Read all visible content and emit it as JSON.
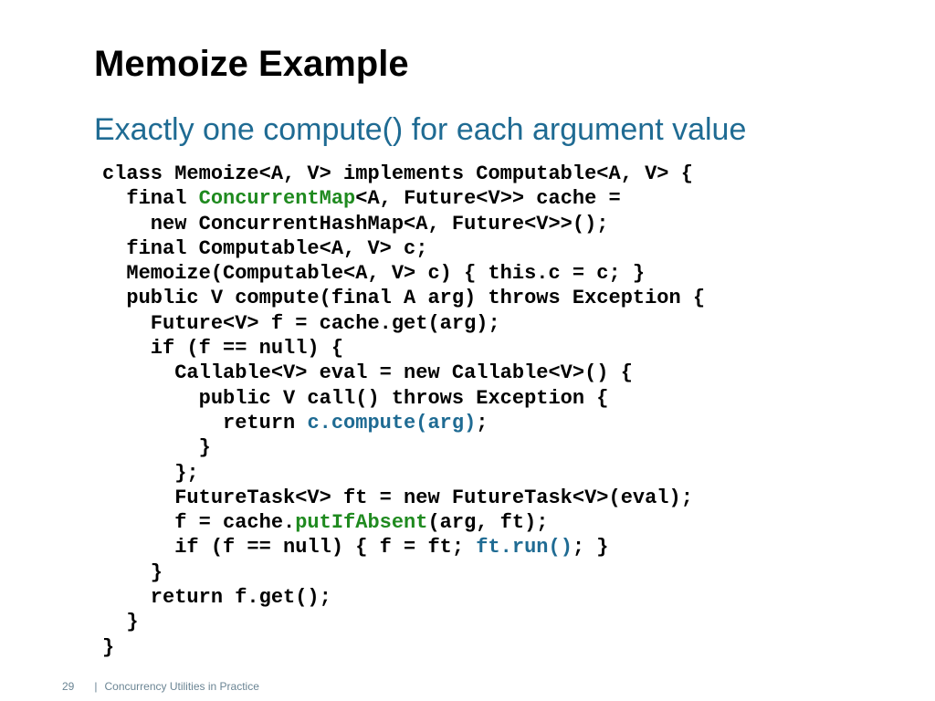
{
  "slide": {
    "title": "Memoize Example",
    "subtitle": "Exactly one compute() for each argument value"
  },
  "code": {
    "lines": [
      [
        {
          "t": "class Memoize<A, V> implements Computable<A, V> {"
        }
      ],
      [
        {
          "t": "  final "
        },
        {
          "t": "ConcurrentMap",
          "c": "green"
        },
        {
          "t": "<A, Future<V>> cache ="
        }
      ],
      [
        {
          "t": "    new ConcurrentHashMap<A, Future<V>>();"
        }
      ],
      [
        {
          "t": "  final Computable<A, V> c;"
        }
      ],
      [
        {
          "t": "  Memoize(Computable<A, V> c) { this.c = c; }"
        }
      ],
      [
        {
          "t": "  public V compute(final A arg) throws Exception {"
        }
      ],
      [
        {
          "t": "    Future<V> f = cache.get(arg);"
        }
      ],
      [
        {
          "t": "    if (f == null) {"
        }
      ],
      [
        {
          "t": "      Callable<V> eval = new Callable<V>() {"
        }
      ],
      [
        {
          "t": "        public V call() throws Exception {"
        }
      ],
      [
        {
          "t": "          return "
        },
        {
          "t": "c.compute(arg)",
          "c": "blue"
        },
        {
          "t": ";"
        }
      ],
      [
        {
          "t": "        }"
        }
      ],
      [
        {
          "t": "      };"
        }
      ],
      [
        {
          "t": "      FutureTask<V> ft = new FutureTask<V>(eval);"
        }
      ],
      [
        {
          "t": "      f = cache."
        },
        {
          "t": "putIfAbsent",
          "c": "green"
        },
        {
          "t": "(arg, ft);"
        }
      ],
      [
        {
          "t": "      if (f == null) { f = ft; "
        },
        {
          "t": "ft.run()",
          "c": "blue"
        },
        {
          "t": "; }"
        }
      ],
      [
        {
          "t": "    }"
        }
      ],
      [
        {
          "t": "    return f.get();"
        }
      ],
      [
        {
          "t": "  }"
        }
      ],
      [
        {
          "t": "}"
        }
      ]
    ]
  },
  "footer": {
    "page_number": "29",
    "separator": "|",
    "text": "Concurrency Utilities in Practice"
  },
  "colors": {
    "title": "#000000",
    "subtitle": "#1f6b93",
    "highlight_green": "#1f8a1f",
    "highlight_blue": "#1f6b93",
    "footer": "#6b8594"
  }
}
